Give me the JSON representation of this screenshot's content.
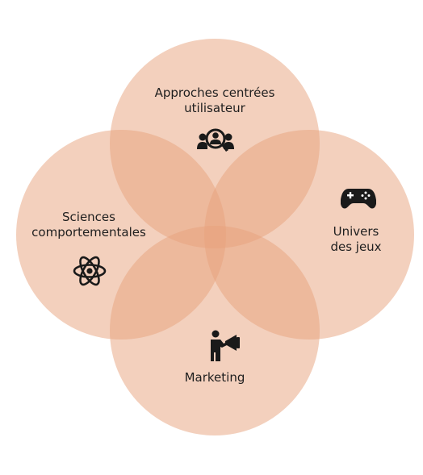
{
  "diagram": {
    "type": "venn",
    "circle_color": "#e8a17c",
    "icon_color": "#1a1a1a",
    "circles": [
      {
        "id": "top",
        "label_lines": [
          "Approches centrées",
          "utilisateur"
        ],
        "icon": "user-research-icon"
      },
      {
        "id": "right",
        "label_lines": [
          "Univers",
          "des jeux"
        ],
        "icon": "gamepad-icon"
      },
      {
        "id": "bottom",
        "label_lines": [
          "Marketing"
        ],
        "icon": "megaphone-person-icon"
      },
      {
        "id": "left",
        "label_lines": [
          "Sciences",
          "comportementales"
        ],
        "icon": "atom-icon"
      }
    ]
  }
}
